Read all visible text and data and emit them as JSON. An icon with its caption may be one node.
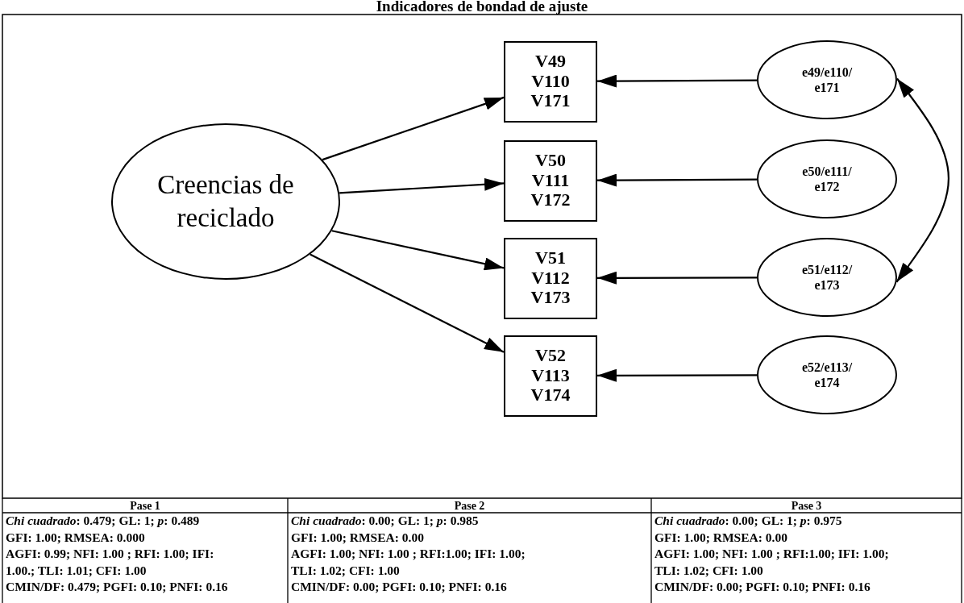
{
  "diagram": {
    "title": "Indicadores de bondad de ajuste",
    "nodes": [
      {
        "text": [
          "Creencias de reciclado"
        ]
      },
      {
        "text": [
          "V49 V110 V171"
        ]
      },
      {
        "text": [
          "e49/e110/ e171"
        ]
      },
      {
        "text": [
          "V50 V111 V172"
        ]
      },
      {
        "text": [
          "e50/e111/ e172"
        ]
      },
      {
        "text": [
          "V51 V112 V173"
        ]
      },
      {
        "text": [
          "e51/e112/ e173"
        ]
      },
      {
        "text": [
          "V52 V113 V174"
        ]
      },
      {
        "text": [
          "e52/e113/ e174"
        ]
      }
    ],
    "edges": [
      {
        "from": 0,
        "to": 1,
        "arrow": "to"
      },
      {
        "from": 0,
        "to": 3,
        "arrow": "to"
      },
      {
        "from": 0,
        "to": 5,
        "arrow": "to"
      },
      {
        "from": 0,
        "to": 7,
        "arrow": "to"
      },
      {
        "from": 2,
        "to": 1,
        "arrow": "to"
      },
      {
        "from": 4,
        "to": 3,
        "arrow": "to"
      },
      {
        "from": 6,
        "to": 5,
        "arrow": "to"
      },
      {
        "from": 8,
        "to": 7,
        "arrow": "to"
      },
      {
        "from": 2,
        "to": 6,
        "arrow": "both"
      }
    ],
    "labels": [
      "Pase 1",
      "Pase 2",
      "Pase 3",
      "*Chi cuadrado*: 0.479; GL: 1; *p*: 0.489",
      "*Chi cuadrado*: 0.00; GL: 1; *p*: 0.985",
      "*Chi cuadrado*: 0.00; GL: 1; *p*: 0.975",
      "GFI: 1.00; RMSEA: 0.000",
      "GFI: 1.00; RMSEA: 0.00",
      "GFI: 1.00; RMSEA: 0.00",
      "AGFI: 0.99; NFI: 1.00 ; RFI: 1.00; IFI:",
      "AGFI: 1.00; NFI: 1.00 ; RFI:1.00; IFI: 1.00;",
      "AGFI: 1.00; NFI: 1.00 ; RFI:1.00; IFI: 1.00;",
      "1.00.; TLI: 1.01; CFI: 1.00",
      "TLI: 1.02; CFI: 1.00",
      "TLI: 1.02; CFI: 1.00",
      "CMIN/DF: 0.479; PGFI: 0.10; PNFI: 0.16",
      "CMIN/DF: 0.00; PGFI: 0.10; PNFI: 0.16",
      "CMIN/DF: 0.00; PGFI: 0.10; PNFI: 0.16"
    ]
  }
}
